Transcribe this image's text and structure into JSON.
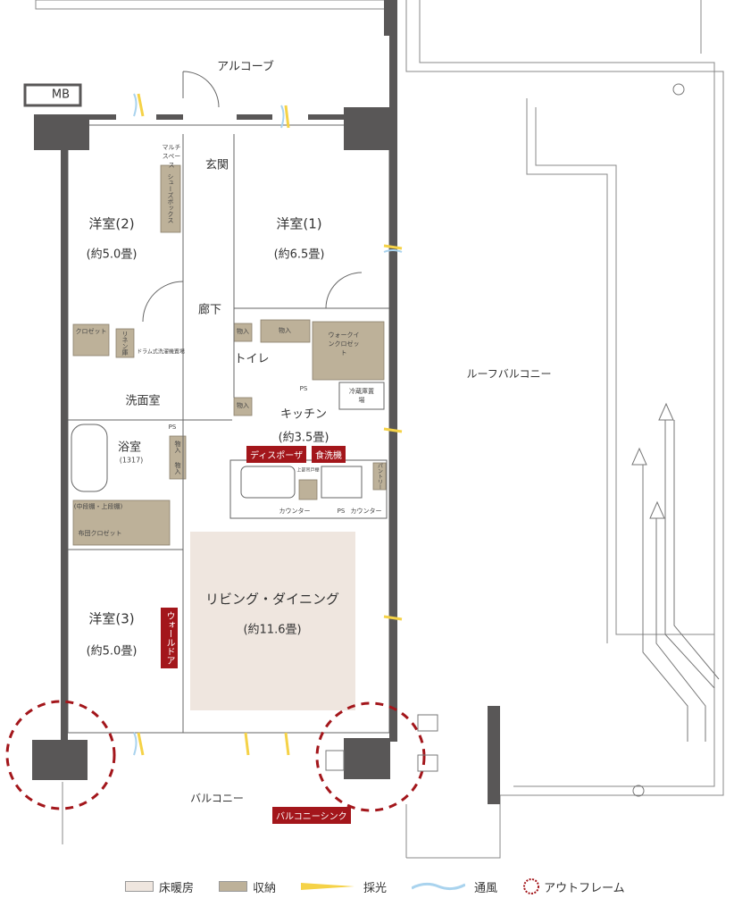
{
  "colors": {
    "wall": "#595757",
    "storage": "#bdb199",
    "floor_heating": "#efe6df",
    "red": "#a3161b",
    "light": "#f5d247",
    "wind": "#a9d3ee"
  },
  "labels": {
    "alcove": "アルコーブ",
    "mb": "MB",
    "room2": "洋室(2)",
    "room2_size": "(約5.0畳)",
    "room1": "洋室(1)",
    "room1_size": "(約6.5畳)",
    "entrance": "玄関",
    "multi_space": "マルチスペース",
    "shoebox": "シューズボックス",
    "hallway": "廊下",
    "closet": "クロゼット",
    "linen": "リネン庫",
    "washer": "ドラム式洗濯機置場",
    "storage_1": "物入",
    "storage_2": "物入",
    "storage_3": "物入",
    "storage_4": "物入",
    "storage_5": "物入",
    "toilet": "トイレ",
    "walkin": "ウォークインクロゼット",
    "fridge": "冷蔵庫置場",
    "ps_1": "PS",
    "ps_2": "PS",
    "ps_3": "PS",
    "washroom": "洗面室",
    "kitchen": "キッチン",
    "kitchen_size": "(約3.5畳)",
    "bath": "浴室",
    "bath_size": "(1317)",
    "disposer": "ディスポーザ",
    "dishwasher": "食洗機",
    "upper_cabinet": "上部吊戸棚",
    "counter_1": "カウンター",
    "counter_2": "カウンター",
    "pantry": "パントリー",
    "shelves": "(中段棚・上段棚)",
    "futon_closet": "布団クロゼット",
    "living": "リビング・ダイニング",
    "living_size": "(約11.6畳)",
    "room3": "洋室(3)",
    "room3_size": "(約5.0畳)",
    "wall_door": "ウォールドア",
    "roof_balcony": "ルーフバルコニー",
    "balcony": "バルコニー",
    "balcony_sink": "バルコニーシンク"
  },
  "legend": [
    {
      "label": "床暖房",
      "icon": "floor-heating-swatch"
    },
    {
      "label": "収納",
      "icon": "storage-swatch"
    },
    {
      "label": "採光",
      "icon": "daylight-icon"
    },
    {
      "label": "通風",
      "icon": "ventilation-icon"
    },
    {
      "label": "アウトフレーム",
      "icon": "outframe-circle-icon"
    }
  ]
}
